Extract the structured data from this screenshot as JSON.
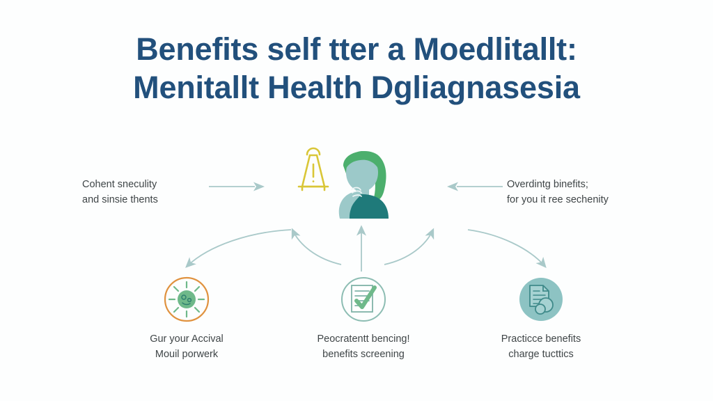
{
  "colors": {
    "background": "#fdfefe",
    "title": "#22507c",
    "body_text": "#3f4547",
    "arrow": "#a9c9c9",
    "alert_yellow": "#d9c637",
    "hair_green": "#4caf6d",
    "face_teal": "#9cc9c9",
    "shirt_teal": "#1f7a7a",
    "ring_orange": "#e0923f",
    "icon_green": "#6fb98a",
    "circle_teal": "#8dc3c3",
    "outline_teal": "#3f8a8a"
  },
  "title": {
    "line1": "Benefits self tter a Moedlitallt:",
    "line2": "Menitallt Health Dgliagnasesia"
  },
  "callouts": {
    "left": {
      "line1": "Cohent sneculity",
      "line2": "and sinsie thents",
      "arrow_direction": "right"
    },
    "right": {
      "line1": "Overdintg binefits;",
      "line2": "for you it ree sechenity",
      "arrow_direction": "left"
    }
  },
  "center": {
    "icon_alert": "warning-bell-icon",
    "icon_person": "thinking-person-icon"
  },
  "nodes": [
    {
      "id": "left",
      "icon": "sun-virus-icon",
      "line1": "Gur your Accival",
      "line2": "Mouil porwerk"
    },
    {
      "id": "center",
      "icon": "checklist-check-icon",
      "line1": "Peocratentt bencing!",
      "line2": "benefits screening"
    },
    {
      "id": "right",
      "icon": "document-chat-icon",
      "line1": "Practicce benefits",
      "line2": "charge tucttics"
    }
  ]
}
